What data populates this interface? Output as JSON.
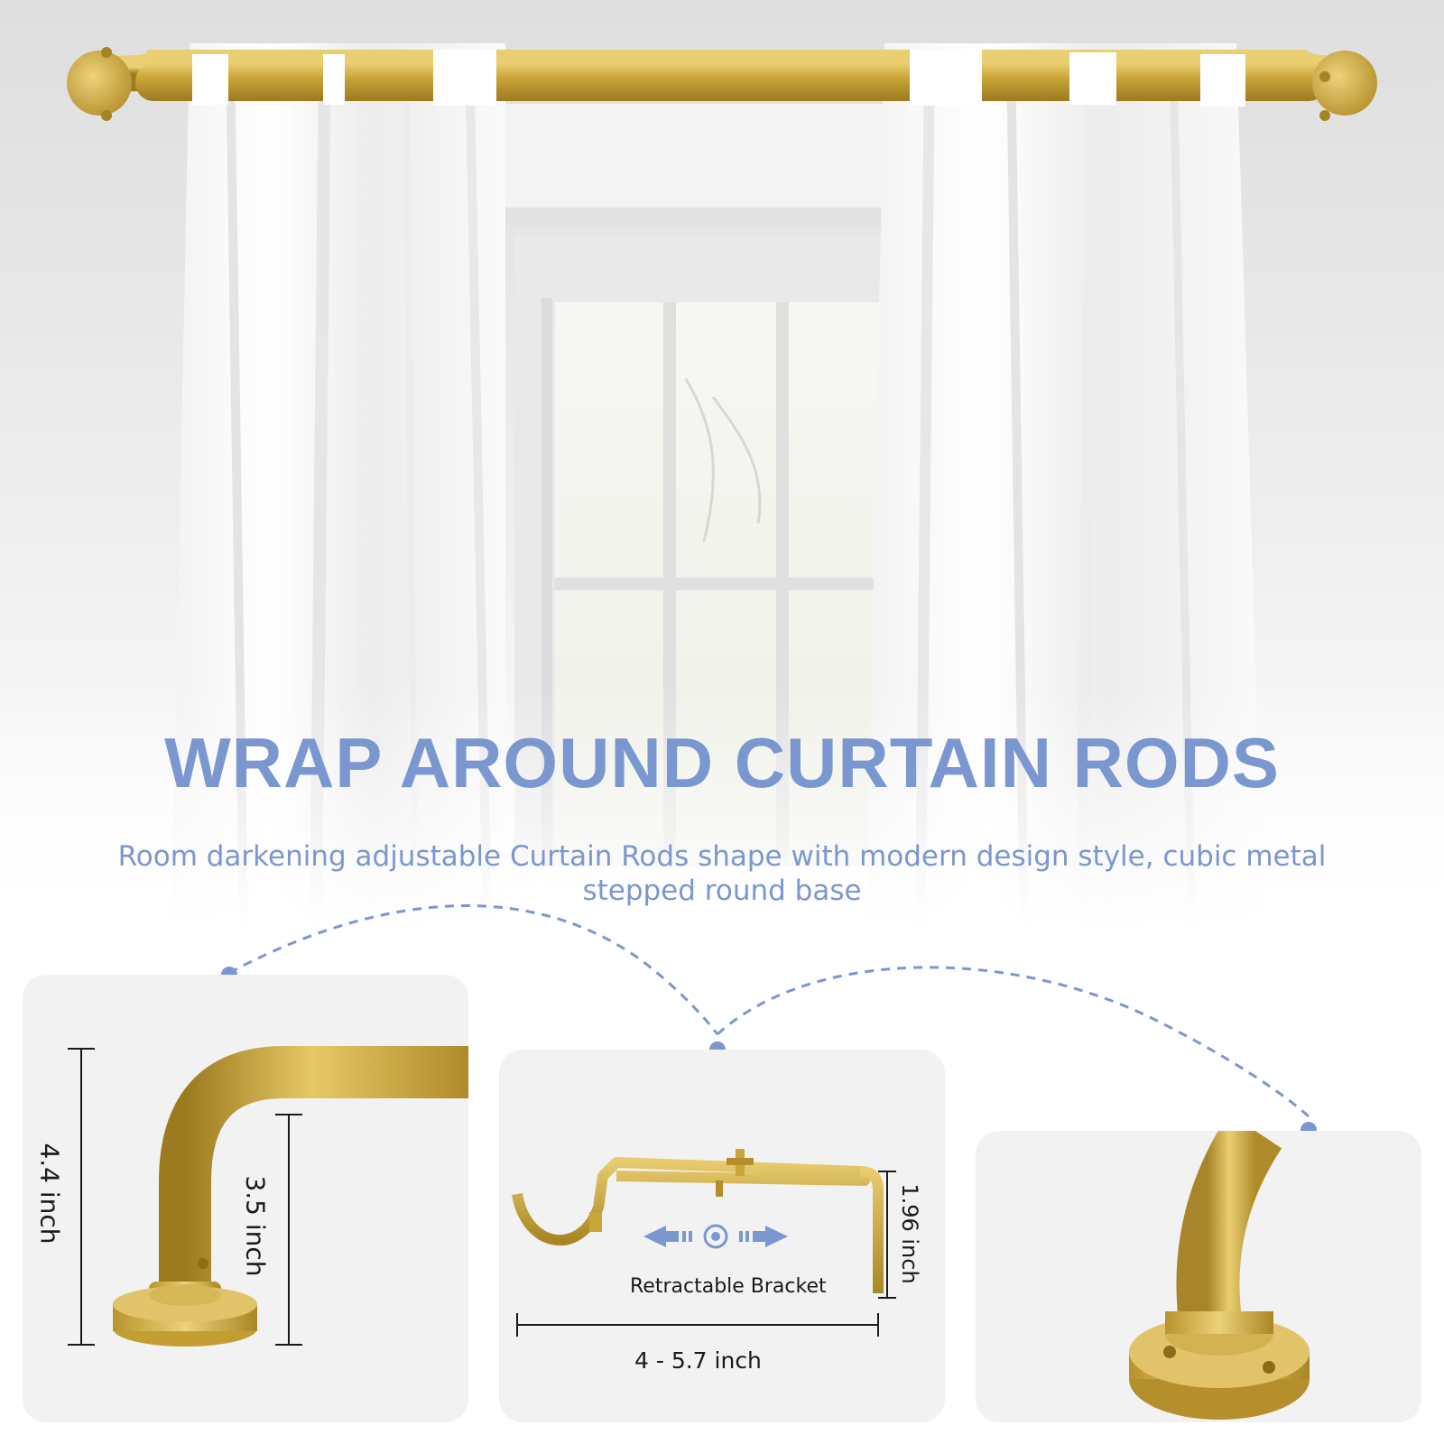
{
  "headline": "WRAP AROUND CURTAIN RODS",
  "subline": "Room darkening adjustable Curtain Rods shape with modern design style, cubic metal stepped round base",
  "panels": {
    "height_panel": {
      "outer_height": "4.4 inch",
      "inner_height": "3.5 inch"
    },
    "bracket_panel": {
      "caption": "Retractable Bracket",
      "bracket_height": "1.96 inch",
      "width_range": "4 - 5.7 inch"
    }
  },
  "colors": {
    "accent_blue": "#7b97cf",
    "gold": "#c9a437",
    "panel_bg": "#f2f2f2"
  },
  "icons": {
    "retract": "double-arrow-icon"
  }
}
